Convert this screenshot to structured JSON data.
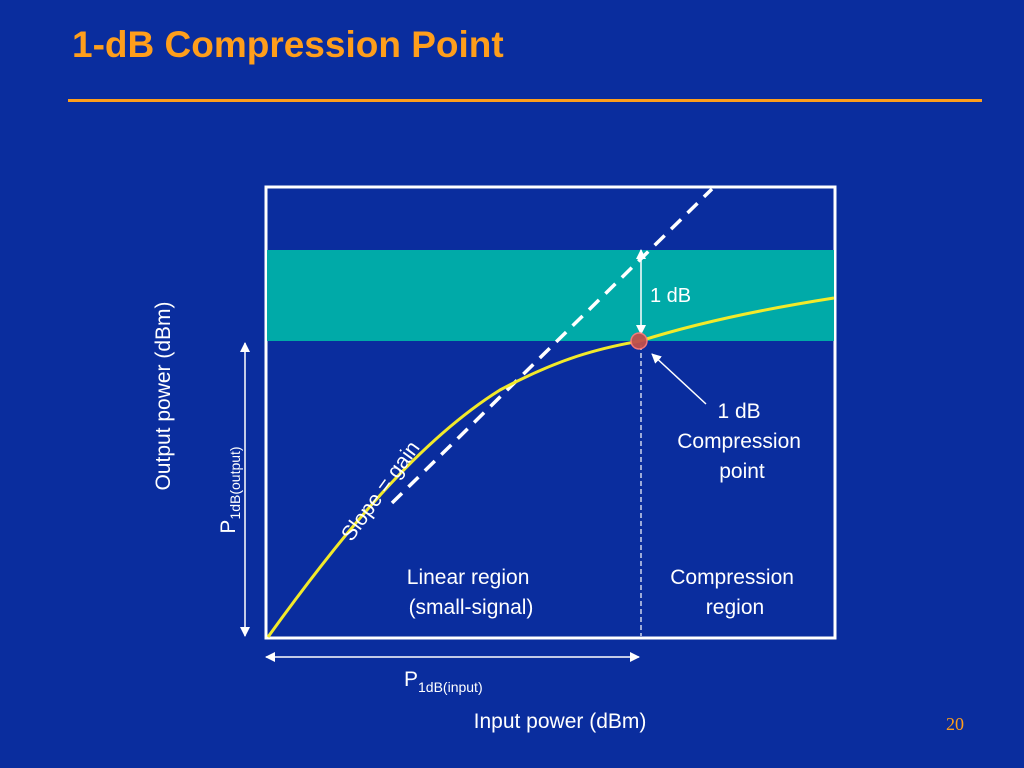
{
  "title": "1-dB Compression Point",
  "page_number": "20",
  "colors": {
    "background": "#0a2d9e",
    "accent": "#ff9e1b",
    "band": "#00aaa8",
    "curve": "#f2ea2a",
    "frame": "#ffffff"
  },
  "labels": {
    "y_axis": "Output power (dBm)",
    "x_axis": "Input power (dBm)",
    "p1db_output_main": "P",
    "p1db_output_sub": "1dB(output)",
    "p1db_input_main": "P",
    "p1db_input_sub": "1dB(input)",
    "one_db": "1 dB",
    "compression_point": [
      "1 dB",
      "Compression",
      "point"
    ],
    "slope": "Slope = gain",
    "linear_region": [
      "Linear region",
      "(small-signal)"
    ],
    "compression_region": [
      "Compression",
      "region"
    ]
  }
}
